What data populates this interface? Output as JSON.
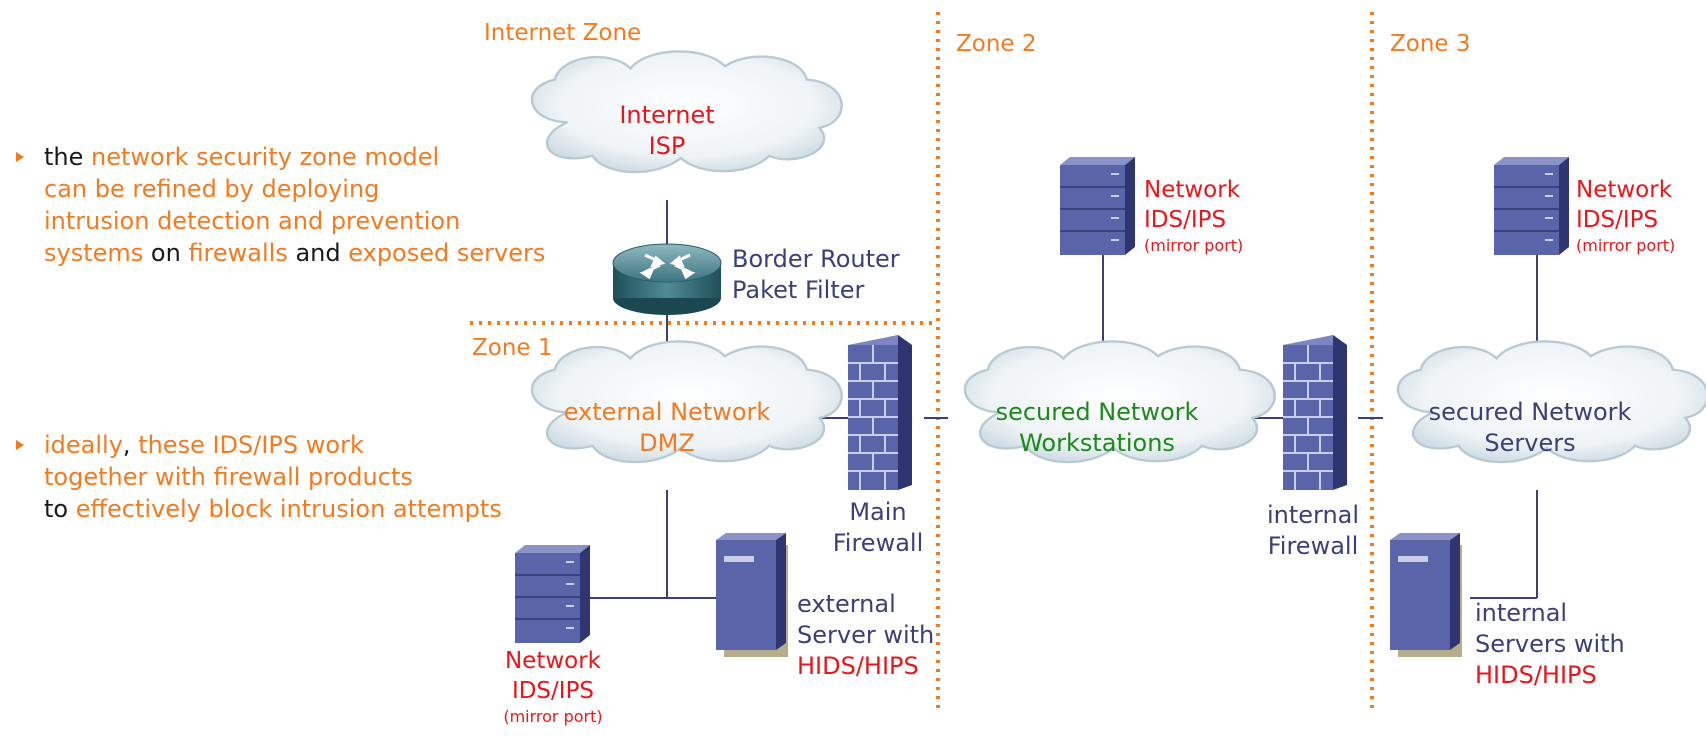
{
  "bullets": [
    {
      "parts": [
        {
          "text": "the ",
          "color": "dark"
        },
        {
          "text": "network security zone model",
          "color": "orange"
        },
        {
          "text": "can be refined by deploying",
          "color": "orange",
          "break": true
        },
        {
          "text": "intrusion detection and prevention",
          "color": "orange",
          "break": true
        },
        {
          "text": "systems",
          "color": "orange",
          "break": true
        },
        {
          "text": " on ",
          "color": "dark"
        },
        {
          "text": "firewalls",
          "color": "orange"
        },
        {
          "text": " and ",
          "color": "dark"
        },
        {
          "text": "exposed servers",
          "color": "orange"
        }
      ]
    },
    {
      "parts": [
        {
          "text": "ideally",
          "color": "orange"
        },
        {
          "text": ", ",
          "color": "dark"
        },
        {
          "text": "these IDS/IPS work",
          "color": "orange"
        },
        {
          "text": "together with firewall products",
          "color": "orange",
          "break": true
        },
        {
          "text": "to ",
          "color": "dark",
          "break": true
        },
        {
          "text": "effectively block intrusion attempts",
          "color": "orange"
        }
      ]
    }
  ],
  "zones": {
    "internet": "Internet Zone",
    "zone1": "Zone 1",
    "zone2": "Zone 2",
    "zone3": "Zone 3"
  },
  "clouds": {
    "internet": {
      "line1": "Internet",
      "line2": "ISP"
    },
    "dmz": {
      "line1": "external Network",
      "line2": "DMZ"
    },
    "workstations": {
      "line1": "secured Network",
      "line2": "Workstations"
    },
    "servers": {
      "line1": "secured Network",
      "line2": "Servers"
    }
  },
  "router": {
    "line1": "Border Router",
    "line2": "Paket Filter"
  },
  "firewalls": {
    "main": {
      "line1": "Main",
      "line2": "Firewall"
    },
    "internal": {
      "line1": "internal",
      "line2": "Firewall"
    }
  },
  "ids": {
    "dmz": {
      "line1": "Network",
      "line2": "IDS/IPS",
      "note": "(mirror port)"
    },
    "zone2": {
      "line1": "Network",
      "line2": "IDS/IPS",
      "note": "(mirror port)"
    },
    "zone3": {
      "line1": "Network",
      "line2": "IDS/IPS",
      "note": "(mirror port)"
    }
  },
  "servers": {
    "external": {
      "line1": "external",
      "line2": "Server with",
      "line3": "HIDS/HIPS"
    },
    "internal": {
      "line1": "internal",
      "line2": "Servers with",
      "line3": "HIDS/HIPS"
    }
  },
  "colors": {
    "accent": "#f47a20",
    "alert": "#e8161b",
    "navy": "#3b3f7a",
    "green": "#1b8a1b",
    "device": "#5a64a8"
  },
  "icons": [
    "cloud-icon",
    "router-icon",
    "firewall-icon",
    "server-icon",
    "ids-appliance-icon"
  ]
}
